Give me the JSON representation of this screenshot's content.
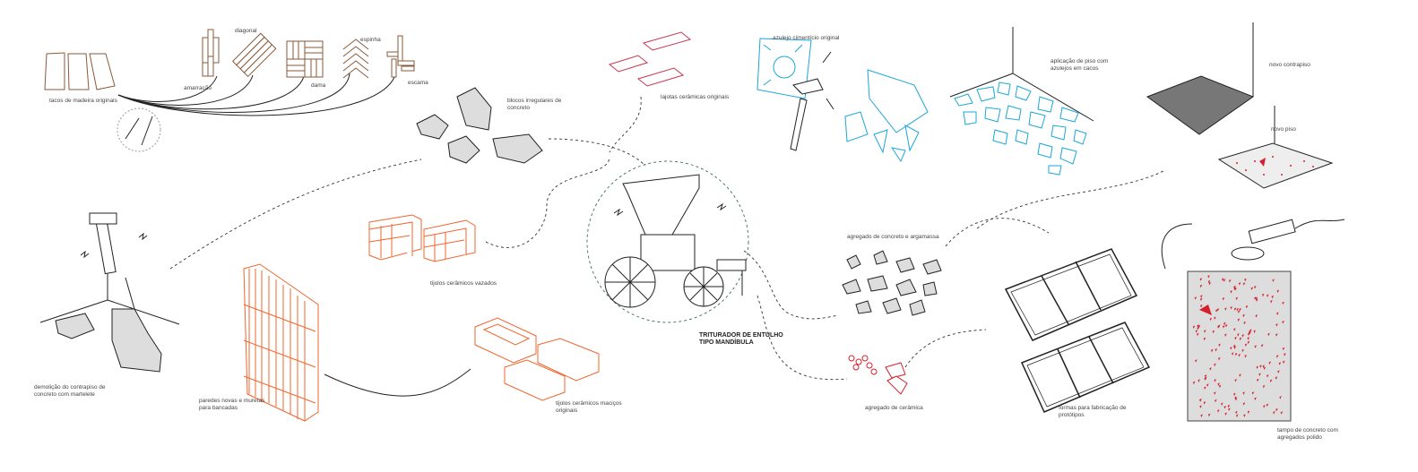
{
  "labels": {
    "tacos": "tacos de madeira originais",
    "amarracao": "amarração",
    "diagonal": "diagonal",
    "dama": "dama",
    "espinha": "espinha",
    "escama": "escama",
    "blocos_l1": "blocos irregulares de",
    "blocos_l2": "concreto",
    "lajotas": "lajotas cerâmicas originais",
    "azulejo": "azulejo cimentício original",
    "aplicacao_l1": "aplicação de piso com",
    "aplicacao_l2": "azulejos em cacos",
    "novo_contrapiso": "novo contrapiso",
    "novo_piso": "novo piso",
    "tijolos_vazados": "tijolos cerâmicos vazados",
    "triturador_l1": "TRITURADOR DE ENTULHO",
    "triturador_l2": "TIPO MANDÍBULA",
    "agregado_concreto": "agregado de concreto e argamassa",
    "agregado_ceramica": "agregado de cerâmica",
    "formas_l1": "formas para fabricação de",
    "formas_l2": "protótipos",
    "demolicao_l1": "demolição do contrapiso de",
    "demolicao_l2": "concreto com martelete",
    "paredes_l1": "paredes novas e muretas",
    "paredes_l2": "para bancadas",
    "macicos_l1": "tijolos cerâmicos maciços",
    "macicos_l2": "originais",
    "tampo_l1": "tampo de concreto com",
    "tampo_l2": "agregados polido"
  },
  "colors": {
    "wood": "#8a5a3a",
    "ceramic": "#c8354e",
    "brick": "#f0652d",
    "tile": "#1aa7d8",
    "aggregate_red": "#d4202c",
    "concrete": "#dddddd"
  }
}
